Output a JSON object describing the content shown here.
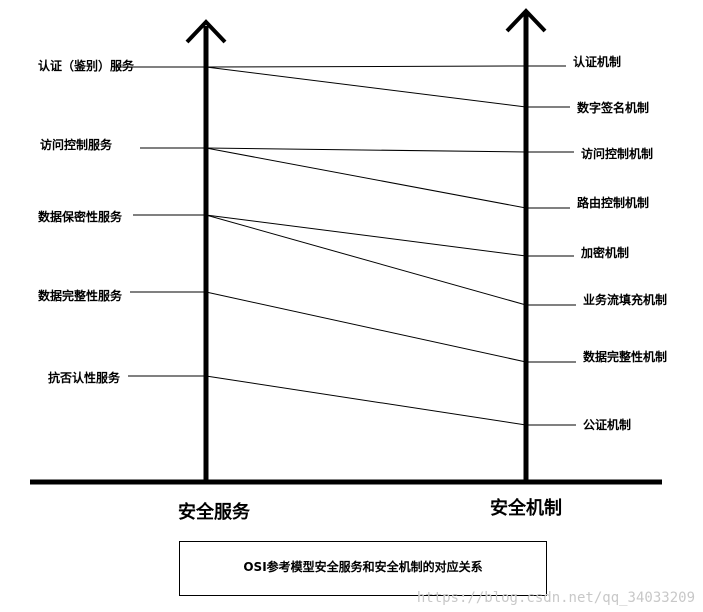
{
  "services": [
    {
      "label": "认证（鉴别）服务"
    },
    {
      "label": "访问控制服务"
    },
    {
      "label": "数据保密性服务"
    },
    {
      "label": "数据完整性服务"
    },
    {
      "label": "抗否认性服务"
    }
  ],
  "mechanisms": [
    {
      "label": "认证机制"
    },
    {
      "label": "数字签名机制"
    },
    {
      "label": "访问控制机制"
    },
    {
      "label": "路由控制机制"
    },
    {
      "label": "加密机制"
    },
    {
      "label": "业务流填充机制"
    },
    {
      "label": "数据完整性机制"
    },
    {
      "label": "公证机制"
    }
  ],
  "mappings": [
    [
      "认证（鉴别）服务",
      "认证机制"
    ],
    [
      "认证（鉴别）服务",
      "数字签名机制"
    ],
    [
      "访问控制服务",
      "访问控制机制"
    ],
    [
      "访问控制服务",
      "路由控制机制"
    ],
    [
      "数据保密性服务",
      "加密机制"
    ],
    [
      "数据保密性服务",
      "业务流填充机制"
    ],
    [
      "数据完整性服务",
      "数据完整性机制"
    ],
    [
      "抗否认性服务",
      "公证机制"
    ]
  ],
  "axes": {
    "left_label": "安全服务",
    "right_label": "安全机制"
  },
  "caption": "OSI参考模型安全服务和安全机制的对应关系",
  "watermark": "https://blog.csdn.net/qq_34033209"
}
